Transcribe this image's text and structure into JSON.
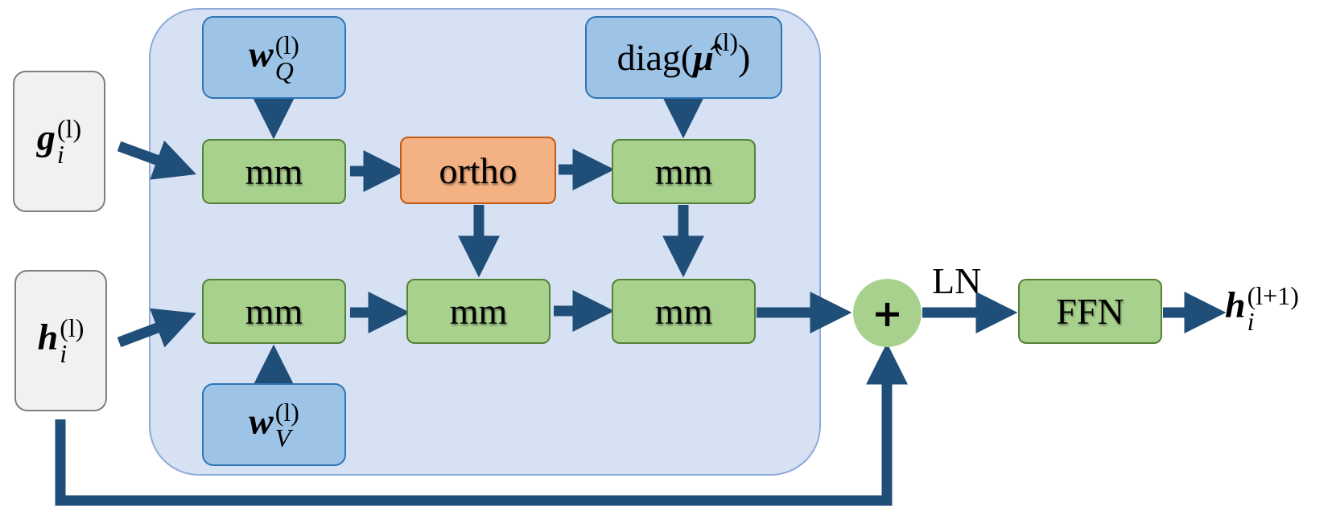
{
  "colors": {
    "arrow": "#1f4e79",
    "panel_fill": "#d6e1f3",
    "panel_border": "#8eaadb",
    "op_fill": "#a9d18e",
    "op_border": "#548235",
    "ortho_fill": "#f4b183",
    "ortho_border": "#c55a11",
    "param_fill": "#9dc3e6",
    "param_border": "#2e75b6",
    "input_fill": "#f1f1f1",
    "input_border": "#7f7f7f"
  },
  "inputs": {
    "g": {
      "base": "g",
      "sub": "i",
      "sup": "(l)"
    },
    "h": {
      "base": "h",
      "sub": "i",
      "sup": "(l)"
    }
  },
  "params": {
    "wq": {
      "base": "w",
      "sub": "Q",
      "sup": "(l)"
    },
    "wv": {
      "base": "w",
      "sub": "V",
      "sup": "(l)"
    },
    "diag": {
      "prefix": "diag(",
      "base": "μ̂",
      "sup": "(l)",
      "suffix": ")"
    }
  },
  "ops": {
    "mm_q": "mm",
    "ortho": "ortho",
    "mm_diag": "mm",
    "mm_v": "mm",
    "mm_mid": "mm",
    "mm_out": "mm",
    "plus": "+",
    "ffn": "FFN"
  },
  "labels": {
    "ln": "LN"
  },
  "output": {
    "base": "h",
    "sub": "i",
    "sup": "(l+1)"
  }
}
